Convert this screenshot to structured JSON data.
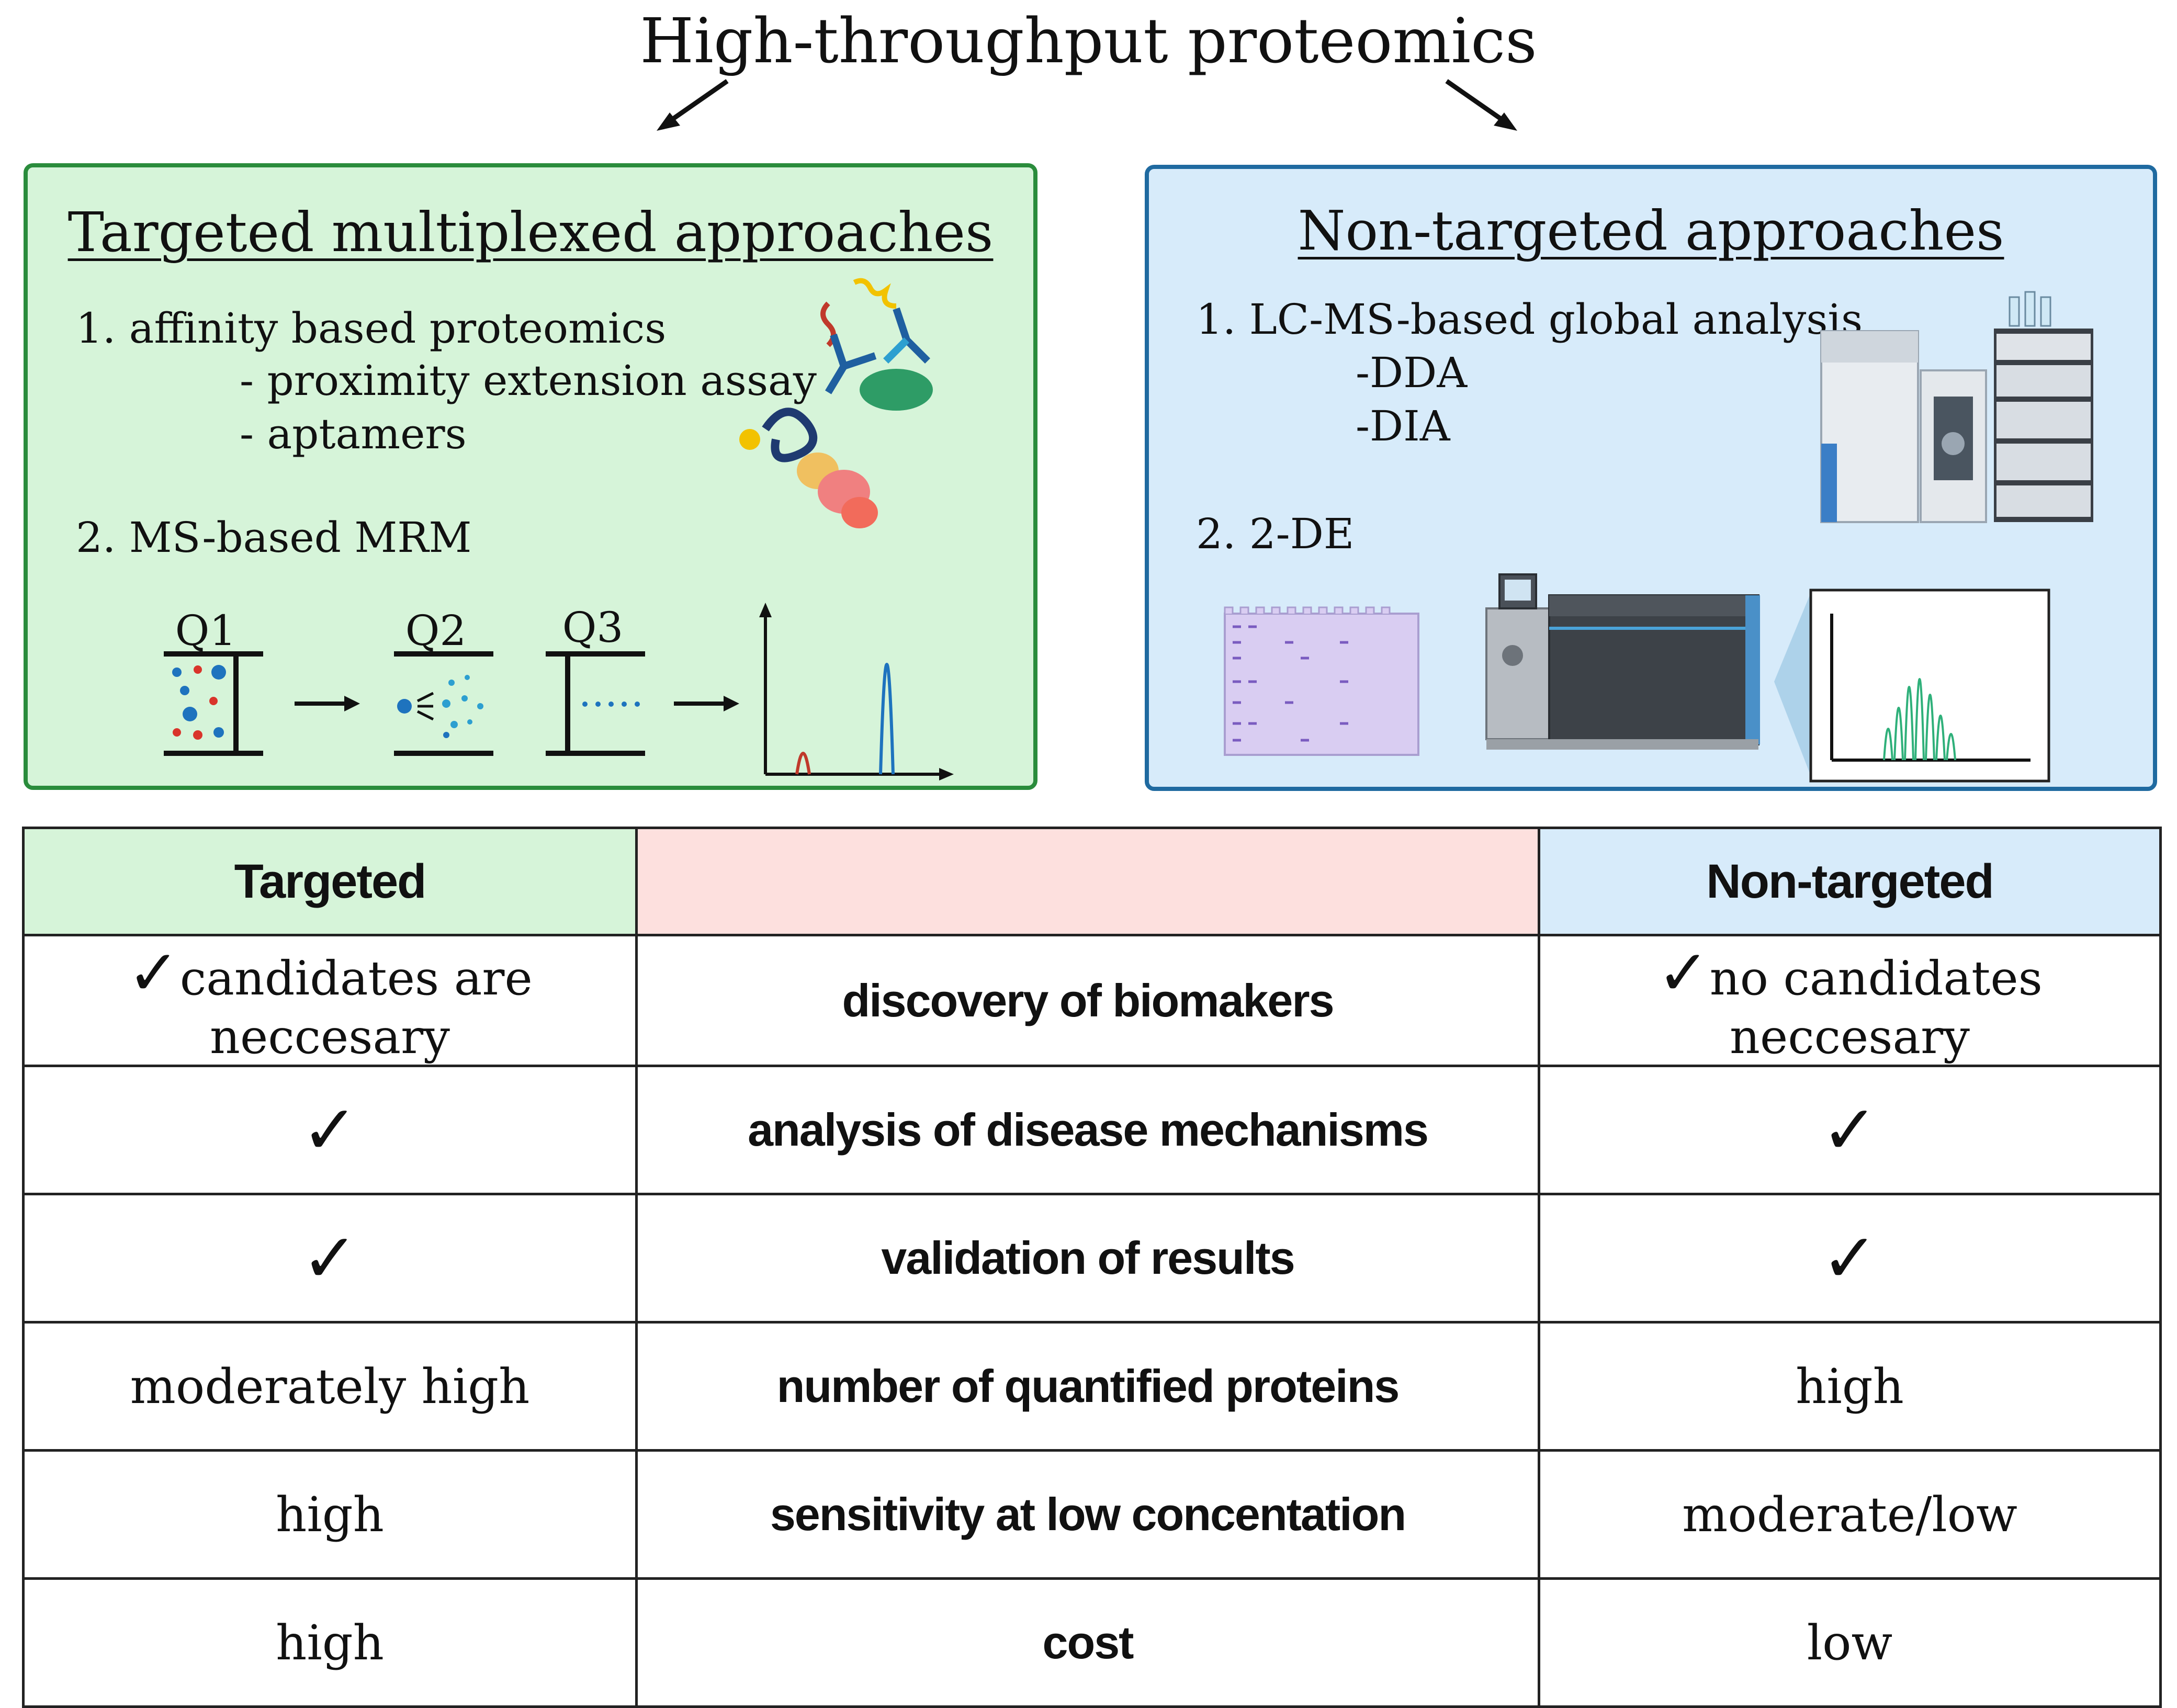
{
  "title": "High-throughput proteomics",
  "colors": {
    "targeted_bg": "#d6f4d9",
    "targeted_border": "#2a8c3c",
    "nontargeted_bg": "#d7ebfa",
    "nontargeted_border": "#1f6aa0",
    "middle_header_bg": "#fde0de"
  },
  "targeted": {
    "heading": "Targeted multiplexed approaches",
    "item1": "1. affinity based proteomics",
    "sub1": "- proximity extension assay",
    "sub2": "- aptamers",
    "item2": "2. MS-based MRM",
    "q1": "Q1",
    "q2": "Q2",
    "q3": "Q3"
  },
  "nontargeted": {
    "heading": "Non-targeted approaches",
    "item1": "1. LC-MS-based global analysis",
    "sub1": "-DDA",
    "sub2": "-DIA",
    "item2": "2. 2-DE"
  },
  "table": {
    "header_left": "Targeted",
    "header_mid": "",
    "header_right": "Non-targeted",
    "check": "✓",
    "rows": [
      {
        "left": "candidates are neccesary",
        "mid": "discovery of biomakers",
        "right": "no candidates neccesary"
      },
      {
        "left": "✓",
        "mid": "analysis of disease mechanisms",
        "right": "✓"
      },
      {
        "left": "✓",
        "mid": "validation of results",
        "right": "✓"
      },
      {
        "left": "moderately high",
        "mid": "number of quantified proteins",
        "right": "high"
      },
      {
        "left": "high",
        "mid": "sensitivity at low concentation",
        "right": "moderate/low"
      },
      {
        "left": "high",
        "mid": "cost",
        "right": "low"
      }
    ]
  }
}
